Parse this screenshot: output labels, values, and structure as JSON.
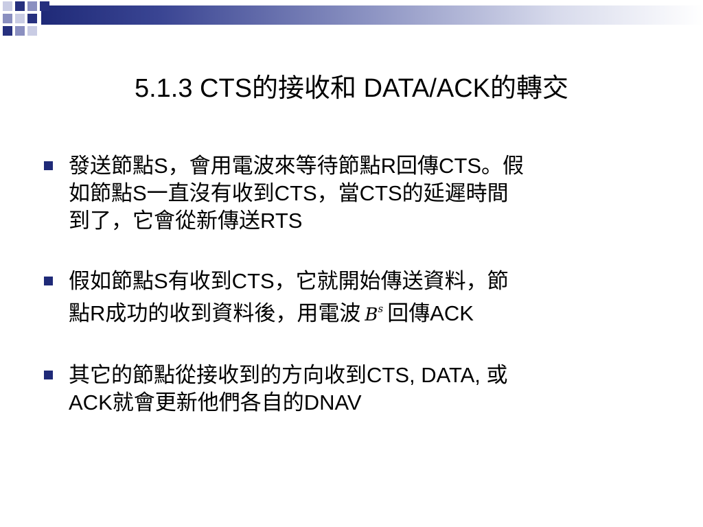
{
  "slide": {
    "title": "5.1.3 CTS的接收和 DATA/ACK的轉交",
    "bullets": [
      {
        "lines": [
          "發送節點S，會用電波來等待節點R回傳CTS。假",
          "如節點S一直沒有收到CTS，當CTS的延遲時間",
          "到了，它會從新傳送RTS"
        ]
      },
      {
        "lines": [
          "假如節點S有收到CTS，它就開始傳送資料，節"
        ],
        "line2_prefix": "點R成功的收到資料後，用電波",
        "math_base": "B",
        "math_sup": "s",
        "line2_suffix": "回傳ACK"
      },
      {
        "lines": [
          "其它的節點從接收到的方向收到CTS, DATA, 或",
          "ACK就會更新他們各自的DNAV"
        ]
      }
    ]
  },
  "colors": {
    "accent": "#1f2a78",
    "text": "#000000",
    "background": "#ffffff"
  }
}
